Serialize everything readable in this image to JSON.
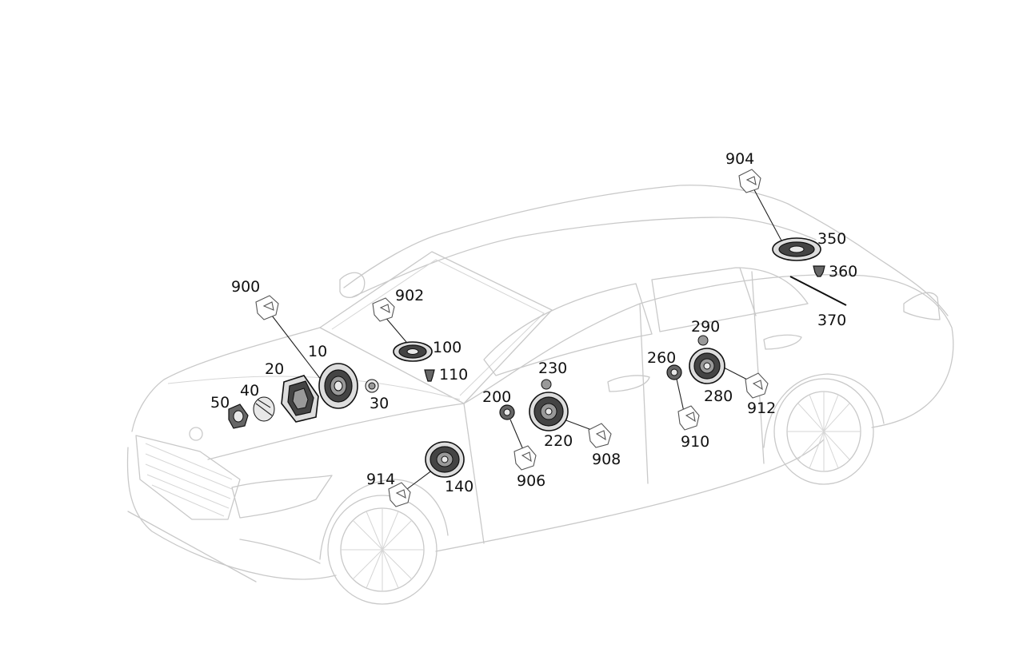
{
  "labels": {
    "l10": "10",
    "l20": "20",
    "l30": "30",
    "l40": "40",
    "l50": "50",
    "l100": "100",
    "l110": "110",
    "l140": "140",
    "l200": "200",
    "l220": "220",
    "l230": "230",
    "l260": "260",
    "l280": "280",
    "l290": "290",
    "l350": "350",
    "l360": "360",
    "l370": "370",
    "l900": "900",
    "l902": "902",
    "l904": "904",
    "l906": "906",
    "l908": "908",
    "l910": "910",
    "l912": "912",
    "l914": "914"
  }
}
